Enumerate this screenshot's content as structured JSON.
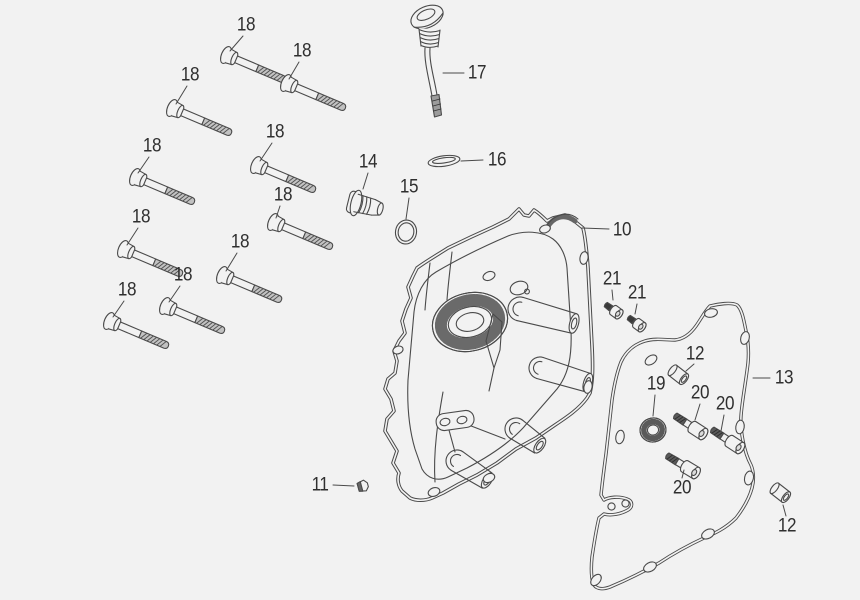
{
  "colors": {
    "background": "#f2f2f2",
    "line": "#4a4a4a",
    "label_text": "#2f2f2f",
    "thread_fill": "#bdbdbd",
    "dark_fill": "#5a5a5a"
  },
  "part_numbers_shown": [
    "10",
    "11",
    "12",
    "13",
    "14",
    "15",
    "16",
    "17",
    "18",
    "19",
    "20",
    "21"
  ],
  "callouts": [
    {
      "label": "18"
    },
    {
      "label": "18"
    },
    {
      "label": "18"
    },
    {
      "label": "18"
    },
    {
      "label": "18"
    },
    {
      "label": "18"
    },
    {
      "label": "18"
    },
    {
      "label": "18"
    },
    {
      "label": "18"
    },
    {
      "label": "18"
    },
    {
      "label": "17"
    },
    {
      "label": "16"
    },
    {
      "label": "14"
    },
    {
      "label": "15"
    },
    {
      "label": "10"
    },
    {
      "label": "21"
    },
    {
      "label": "21"
    },
    {
      "label": "12"
    },
    {
      "label": "19"
    },
    {
      "label": "20"
    },
    {
      "label": "20"
    },
    {
      "label": "13"
    },
    {
      "label": "20"
    },
    {
      "label": "11"
    },
    {
      "label": "12"
    }
  ]
}
